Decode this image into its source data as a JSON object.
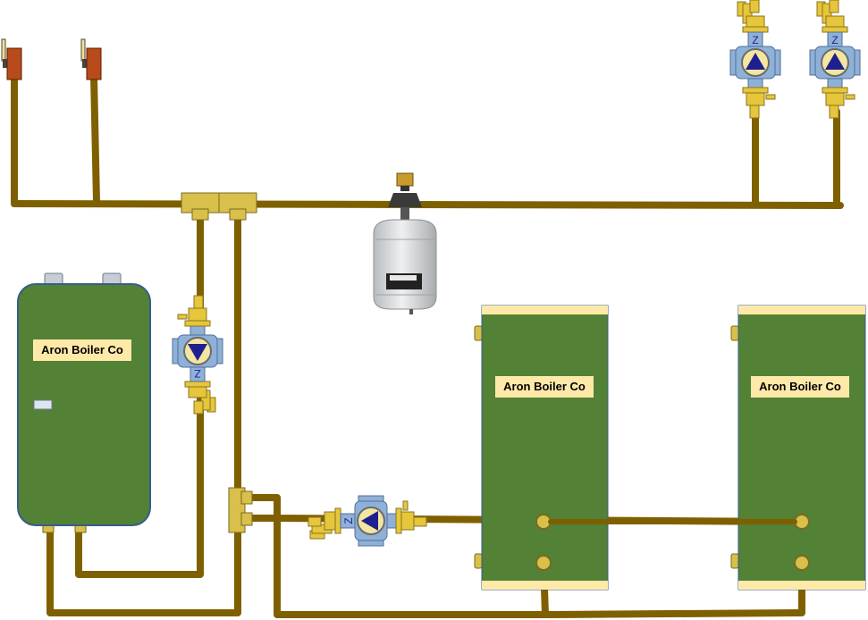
{
  "boilers": [
    {
      "label": "Aron Boiler Co"
    },
    {
      "label": "Aron Boiler Co"
    },
    {
      "label": "Aron Boiler Co"
    }
  ],
  "colors": {
    "pipe": "#7f6000",
    "boiler_body": "#538135",
    "boiler_border": "#385d8a",
    "label_bg": "#ffe9a8",
    "pump_body": "#8fb1d8",
    "pump_triangle": "#1f1f8f",
    "valve_brass": "#e6c63a",
    "fitting": "#d8c04a",
    "tank": "#d4d6d8",
    "spigot": "#b84a1c"
  },
  "icons": [
    "circulator-pump-icon",
    "ball-valve-icon",
    "expansion-tank-icon",
    "air-vent-icon",
    "boiler-drain-icon",
    "tee-fitting-icon"
  ]
}
